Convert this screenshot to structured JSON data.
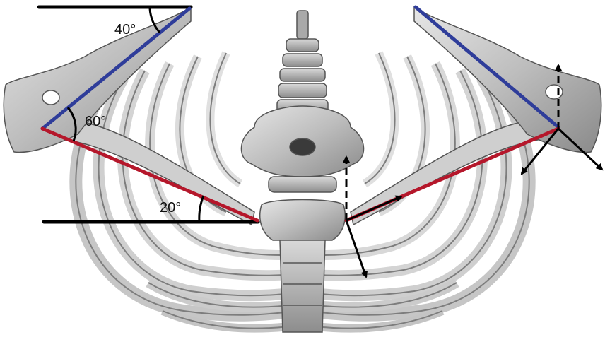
{
  "figure": {
    "angle_labels": {
      "top_left": "40°",
      "middle_left": "60°",
      "lower_left": "20°"
    },
    "colors": {
      "background": "#ffffff",
      "bone_fill": "#b9b9b9",
      "bone_light": "#dedede",
      "bone_dark": "#6e6e6e",
      "blue_line": "#2f3d9a",
      "red_line": "#b5172b",
      "reference_line": "#000000"
    },
    "icons": {
      "arrows": "arrow-icon"
    }
  }
}
